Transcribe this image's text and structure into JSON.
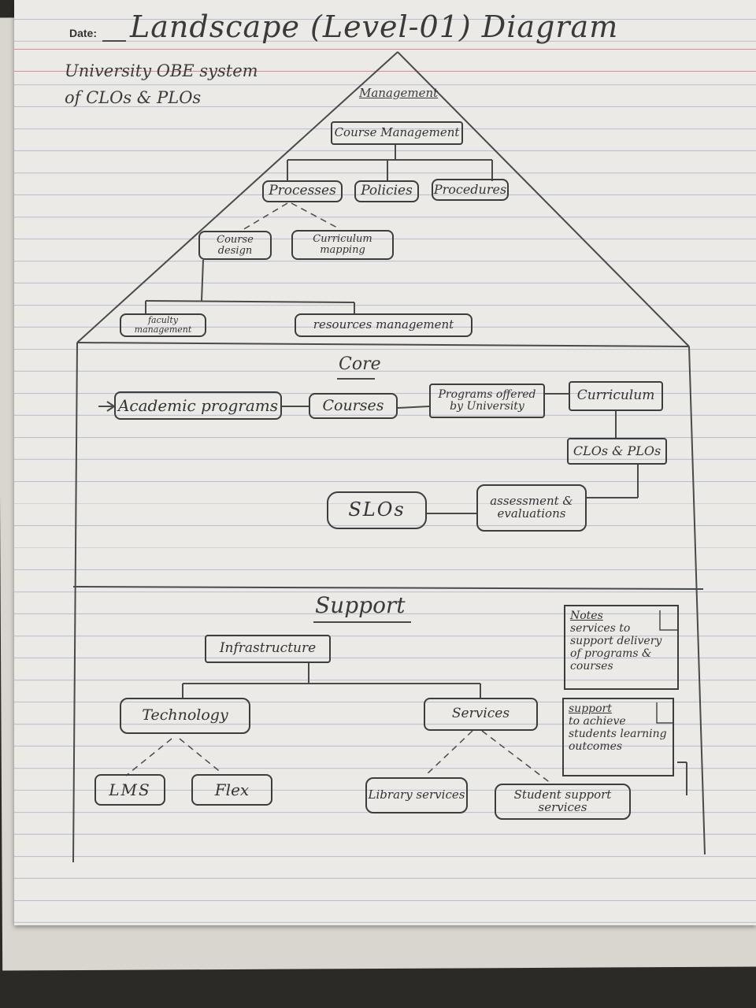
{
  "header": {
    "date_label": "Date:",
    "title": "Landscape (Level-01) Diagram",
    "subtitle_line1": "University OBE system",
    "subtitle_line2": "of CLOs & PLOs"
  },
  "management": {
    "heading": "Management",
    "course_management": "Course Management",
    "processes": "Processes",
    "policies": "Policies",
    "procedures": "Procedures",
    "course_design": "Course design",
    "curriculum_mapping": "Curriculum mapping",
    "faculty_management": "faculty management",
    "resources_management": "resources management"
  },
  "core": {
    "heading": "Core",
    "academic_programs": "Academic programs",
    "courses": "Courses",
    "programs_offered": "Programs offered by University",
    "curriculum": "Curriculum",
    "clos_plos": "CLOs & PLOs",
    "assessment": "assessment & evaluations",
    "slos": "SLOs"
  },
  "support": {
    "heading": "Support",
    "infrastructure": "Infrastructure",
    "technology": "Technology",
    "services": "Services",
    "lms": "LMS",
    "flex": "Flex",
    "library_services": "Library services",
    "student_support_services": "Student support services",
    "note1_title": "Notes",
    "note1_body": "services to support delivery of programs & courses",
    "note2_title": "support",
    "note2_body": "to achieve students learning outcomes"
  }
}
